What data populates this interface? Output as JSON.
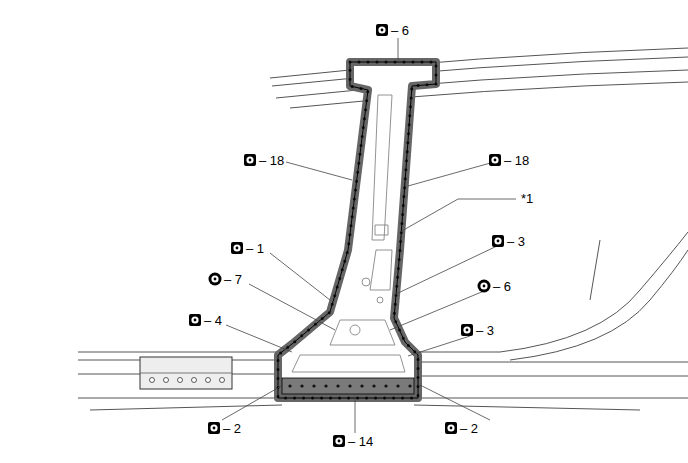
{
  "diagram": {
    "labels": [
      "– 6",
      "– 18",
      "– 18",
      "*1",
      "– 1",
      "– 3",
      "– 7",
      "– 6",
      "– 4",
      "– 3",
      "– 2",
      "– 14",
      "– 2"
    ]
  }
}
